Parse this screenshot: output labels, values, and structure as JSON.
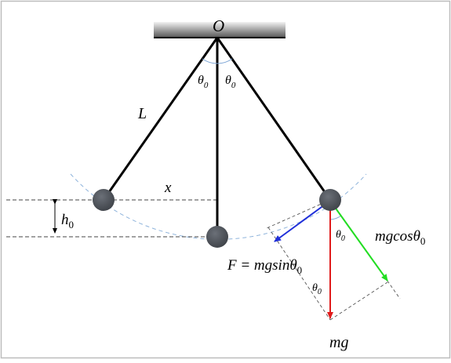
{
  "labels": {
    "pivot": "O",
    "length": "L",
    "displacement": "x",
    "theta_left": "θ",
    "theta_right": "θ",
    "theta_sub": "0",
    "height": "h",
    "height_sub": "0",
    "force_eq_pre": "F = mgsin",
    "force_eq_theta": "θ",
    "force_eq_sub": "0",
    "normal_pre": "mgcos",
    "normal_theta": "θ",
    "normal_sub": "0",
    "gravity": "mg",
    "theta_at_bob": "θ",
    "theta_at_bob_sub": "0",
    "theta_bottom": "θ",
    "theta_bottom_sub": "0"
  },
  "colors": {
    "rod": "#000000",
    "bob": "#4d5157",
    "arc_guide": "#8fb4dc",
    "angle_arc": "#7fa7d6",
    "gravity_arrow": "#e01b1b",
    "tangential_arrow": "#1f2fd9",
    "normal_arrow": "#22dd22",
    "dashed": "#444444",
    "frame": "#bdbdbd"
  }
}
